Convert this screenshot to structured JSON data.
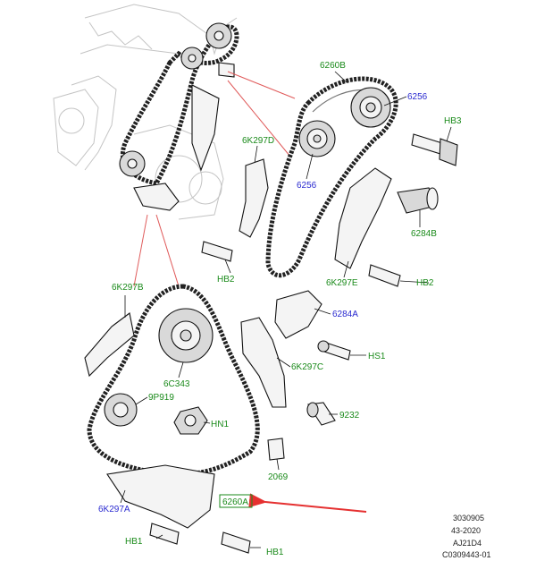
{
  "labels": {
    "l6260B": "6260B",
    "l6256a": "6256",
    "l6256b": "6256",
    "lHB3": "HB3",
    "l6K297D": "6K297D",
    "l6284B": "6284B",
    "lHB2a": "HB2",
    "lHB2b": "HB2",
    "l6K297E": "6K297E",
    "l6K297B": "6K297B",
    "l6284A": "6284A",
    "lHS1": "HS1",
    "l6K297C": "6K297C",
    "l6C343": "6C343",
    "l9P919": "9P919",
    "l9232": "9232",
    "lHN1": "HN1",
    "l2069": "2069",
    "l6260A": "6260A",
    "l6K297A": "6K297A",
    "lHB1a": "HB1",
    "lHB1b": "HB1"
  },
  "reference": {
    "line1": "3030905",
    "line2": "43-2020",
    "line3": "AJ21D4",
    "line4": "C0309443-01"
  },
  "colors": {
    "part_label": "#1a8a1a",
    "hardware_label": "#2a2ad0",
    "pointer_arrow": "#e53030"
  }
}
